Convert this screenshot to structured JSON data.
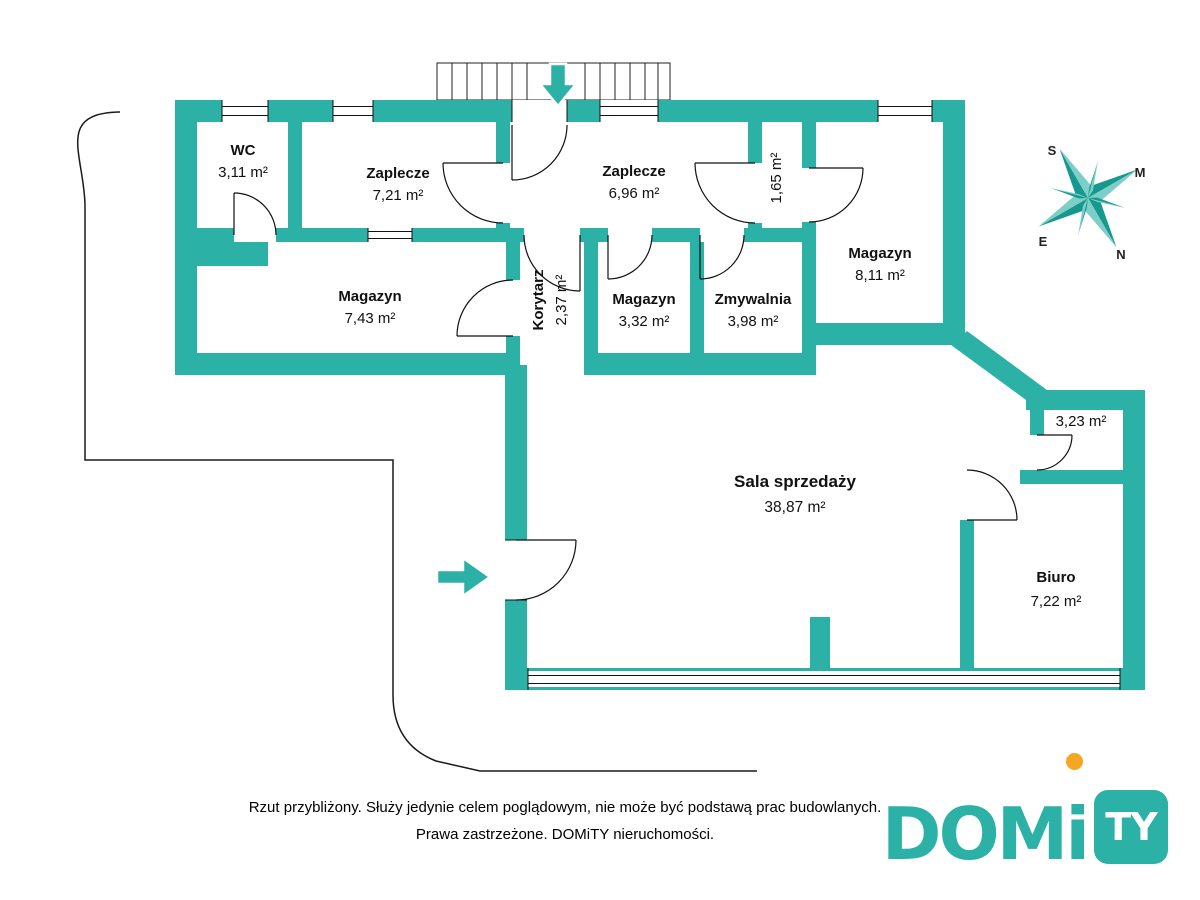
{
  "colors": {
    "wall_teal": "#2BB1A6",
    "compass_dark": "#17988E",
    "compass_light": "#7BCFC8",
    "logo_orange": "#F5A623",
    "label_text": "#111111"
  },
  "rooms": [
    {
      "id": "wc",
      "name": "WC",
      "area": "3,11 m²"
    },
    {
      "id": "zaplecze-1",
      "name": "Zaplecze",
      "area": "7,21 m²"
    },
    {
      "id": "zaplecze-2",
      "name": "Zaplecze",
      "area": "6,96 m²"
    },
    {
      "id": "room-165",
      "name": "",
      "area": "1,65 m²"
    },
    {
      "id": "magazyn-811",
      "name": "Magazyn",
      "area": "8,11 m²"
    },
    {
      "id": "magazyn-743",
      "name": "Magazyn",
      "area": "7,43 m²"
    },
    {
      "id": "korytarz",
      "name": "Korytarz",
      "area": "2,37 m²"
    },
    {
      "id": "magazyn-332",
      "name": "Magazyn",
      "area": "3,32 m²"
    },
    {
      "id": "zmywalnia",
      "name": "Zmywalnia",
      "area": "3,98 m²"
    },
    {
      "id": "sala",
      "name": "Sala sprzedaży",
      "area": "38,87 m²"
    },
    {
      "id": "room-323",
      "name": "",
      "area": "3,23 m²"
    },
    {
      "id": "biuro",
      "name": "Biuro",
      "area": "7,22 m²"
    }
  ],
  "compass": {
    "top": "S",
    "right": "M",
    "bottom": "N",
    "left": "E"
  },
  "footer": {
    "line1": "Rzut przybliżony. Służy jedynie celem poglądowym, nie może być podstawą prac budowlanych.",
    "line2": "Prawa zastrzeżone. DOMiTY nieruchomości."
  },
  "logo": {
    "dom": "DOM",
    "i": "i",
    "ty": "TY"
  }
}
